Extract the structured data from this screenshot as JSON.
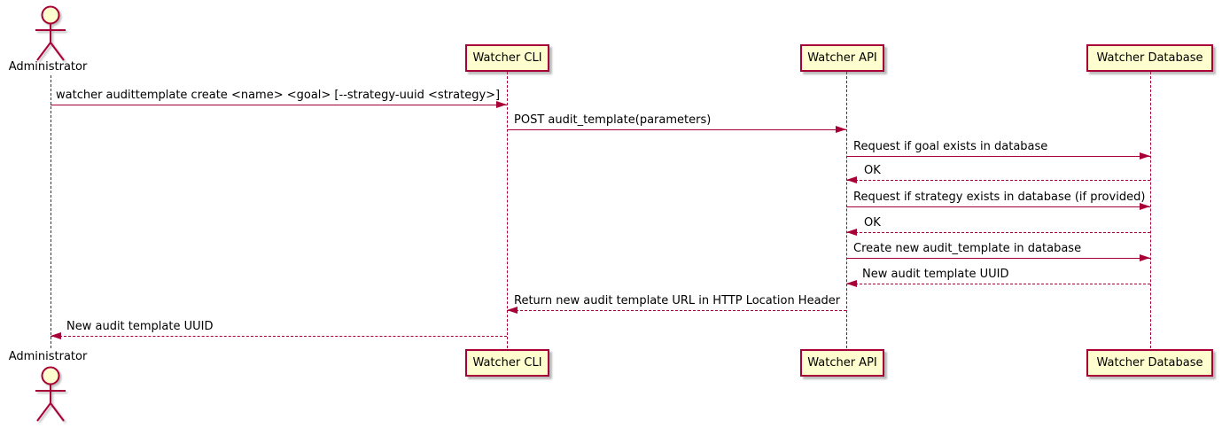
{
  "diagram": {
    "type": "sequence-diagram",
    "colors": {
      "participant_fill": "#FEFECE",
      "participant_border": "#A80036",
      "line": "#A80036",
      "text": "#000000",
      "background": "#FFFFFF"
    },
    "actor": {
      "label": "Administrator"
    },
    "participants": [
      {
        "label": "Watcher CLI"
      },
      {
        "label": "Watcher API"
      },
      {
        "label": "Watcher Database"
      }
    ],
    "messages": [
      {
        "from": "Administrator",
        "to": "Watcher CLI",
        "style": "solid",
        "text": "watcher audittemplate create <name> <goal> [--strategy-uuid <strategy>]"
      },
      {
        "from": "Watcher CLI",
        "to": "Watcher API",
        "style": "solid",
        "text": "POST audit_template(parameters)"
      },
      {
        "from": "Watcher API",
        "to": "Watcher Database",
        "style": "solid",
        "text": "Request if goal exists in database"
      },
      {
        "from": "Watcher Database",
        "to": "Watcher API",
        "style": "dashed",
        "text": "OK"
      },
      {
        "from": "Watcher API",
        "to": "Watcher Database",
        "style": "solid",
        "text": "Request if strategy exists in database (if provided)"
      },
      {
        "from": "Watcher Database",
        "to": "Watcher API",
        "style": "dashed",
        "text": "OK"
      },
      {
        "from": "Watcher API",
        "to": "Watcher Database",
        "style": "solid",
        "text": "Create new audit_template in database"
      },
      {
        "from": "Watcher Database",
        "to": "Watcher API",
        "style": "dashed",
        "text": "New audit template UUID"
      },
      {
        "from": "Watcher API",
        "to": "Watcher CLI",
        "style": "dashed",
        "text": "Return new audit template URL in HTTP Location Header"
      },
      {
        "from": "Watcher CLI",
        "to": "Administrator",
        "style": "dashed",
        "text": "New audit template UUID"
      }
    ]
  }
}
